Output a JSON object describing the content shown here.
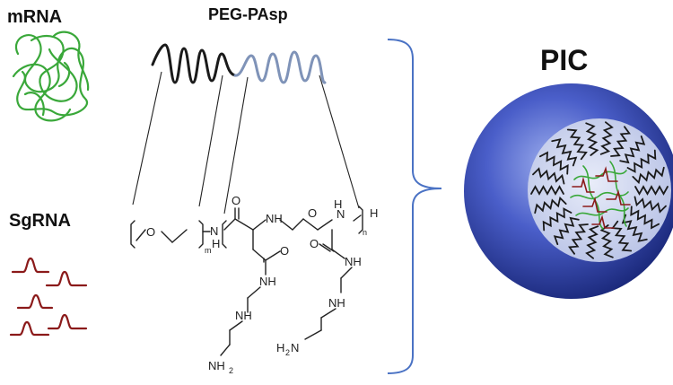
{
  "labels": {
    "mrna": "mRNA",
    "peg_pasp": "PEG-PAsp",
    "sgrna": "SgRNA",
    "pic": "PIC"
  },
  "chem": {
    "o": "O",
    "m": "m",
    "n": "n",
    "h": "H",
    "nh": "NH",
    "n_atom": "N",
    "nh2": "NH",
    "h2n": "H",
    "h2n_n": "N",
    "sub2": "2"
  },
  "colors": {
    "mrna": "#3aa83a",
    "sgrna": "#8b1a1a",
    "peg": "#1a1a1a",
    "pasp": "#7f93b8",
    "bracket": "#4a72c4",
    "micelle": "#2f3fa8"
  }
}
